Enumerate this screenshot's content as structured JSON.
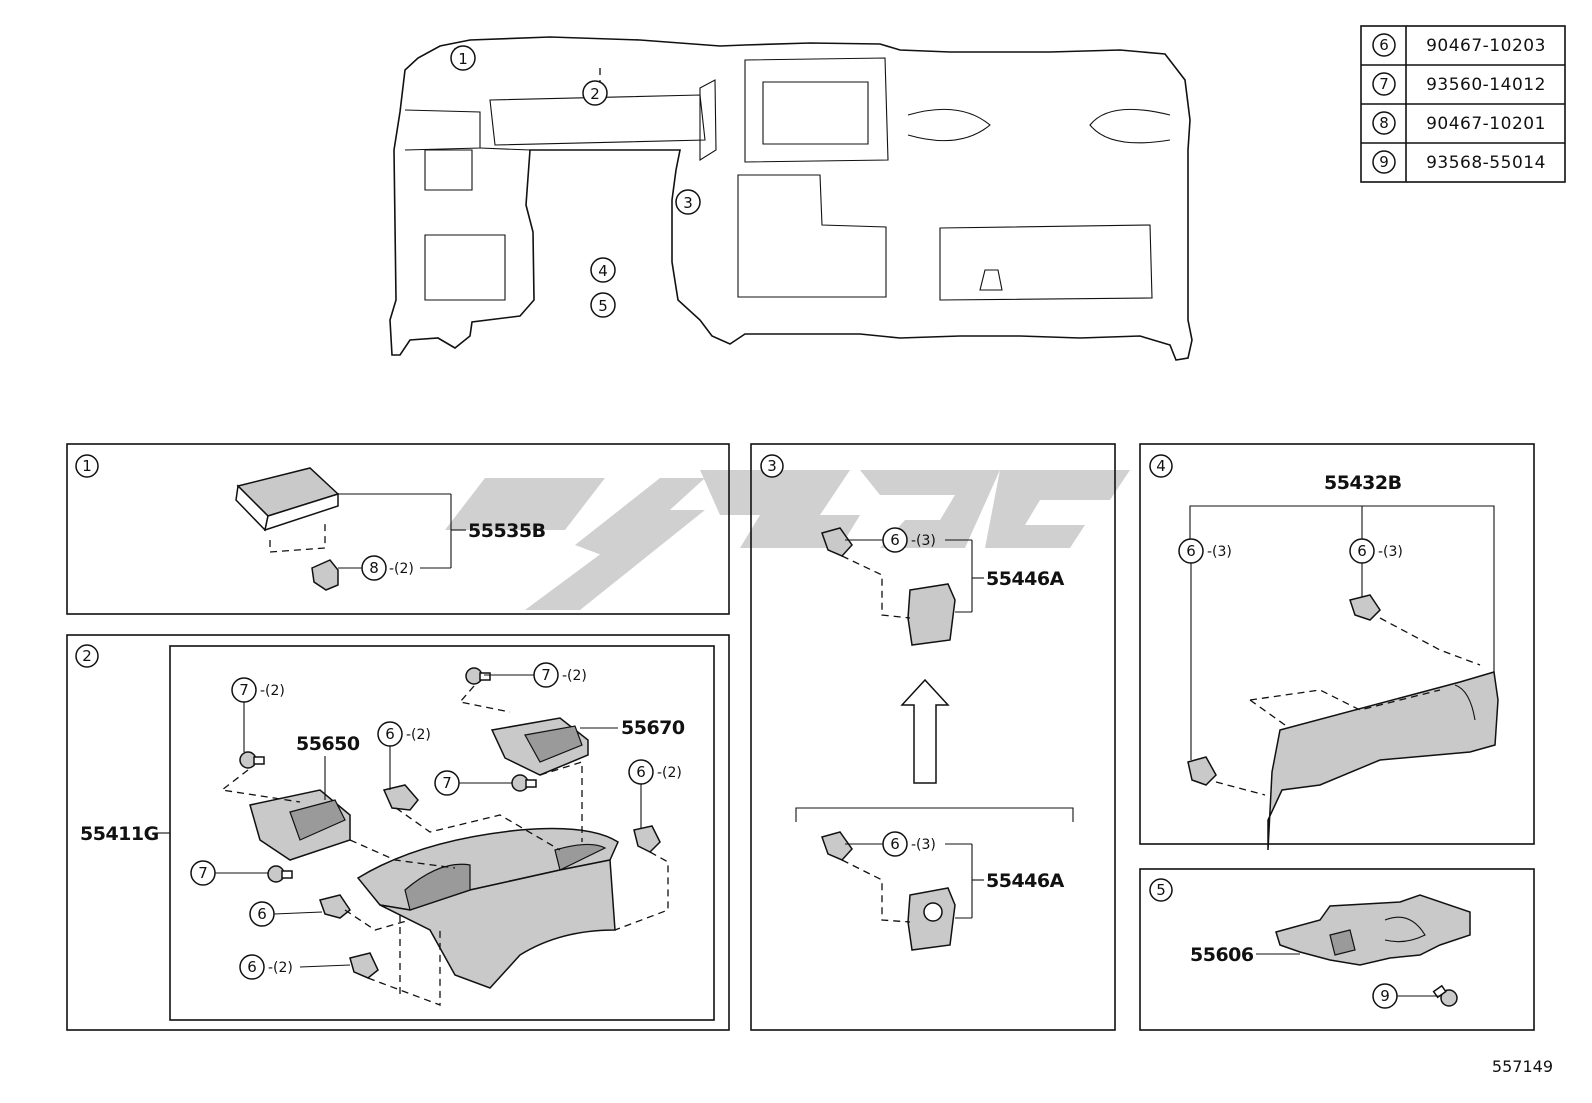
{
  "reference_table": [
    {
      "callout": "6",
      "part_number": "90467-10203"
    },
    {
      "callout": "7",
      "part_number": "93560-14012"
    },
    {
      "callout": "8",
      "part_number": "90467-10201"
    },
    {
      "callout": "9",
      "part_number": "93568-55014"
    }
  ],
  "overview_callouts": [
    "1",
    "2",
    "3",
    "4",
    "5"
  ],
  "panels": {
    "p1": {
      "label": "1",
      "part": "55535B",
      "clip": {
        "callout": "8",
        "qty": "-(2)"
      }
    },
    "p2": {
      "label": "2",
      "assembly": "55411G",
      "parts": [
        "55650",
        "55670"
      ],
      "callouts": [
        {
          "callout": "7",
          "qty": "-(2)"
        },
        {
          "callout": "7",
          "qty": "-(2)"
        },
        {
          "callout": "7",
          "qty": ""
        },
        {
          "callout": "7",
          "qty": ""
        },
        {
          "callout": "6",
          "qty": "-(2)"
        },
        {
          "callout": "6",
          "qty": "-(2)"
        },
        {
          "callout": "6",
          "qty": ""
        },
        {
          "callout": "6",
          "qty": "-(2)"
        }
      ]
    },
    "p3": {
      "label": "3",
      "upper": {
        "part": "55446A",
        "callout": "6",
        "qty": "-(3)"
      },
      "lower": {
        "part": "55446A",
        "callout": "6",
        "qty": "-(3)"
      }
    },
    "p4": {
      "label": "4",
      "part": "55432B",
      "callouts": [
        {
          "callout": "6",
          "qty": "-(3)"
        },
        {
          "callout": "6",
          "qty": "-(3)"
        }
      ]
    },
    "p5": {
      "label": "5",
      "part": "55606",
      "callout": "9"
    }
  },
  "diagram_number": "557149",
  "watermark_color": "#c8c8c8"
}
